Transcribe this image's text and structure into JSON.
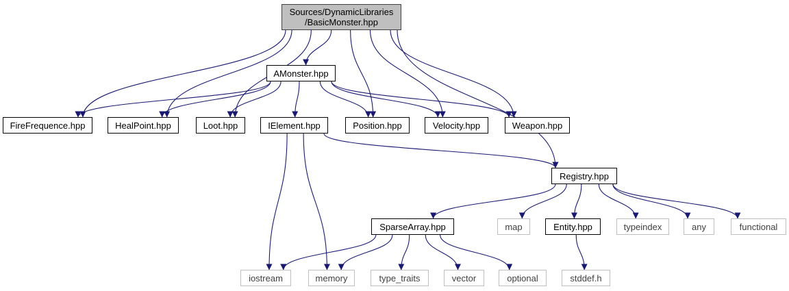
{
  "graph": {
    "nodes": {
      "basic_monster": {
        "label": "Sources/DynamicLibraries\n/BasicMonster.hpp",
        "kind": "root"
      },
      "amonster": {
        "label": "AMonster.hpp",
        "kind": "file"
      },
      "firefrequence": {
        "label": "FireFrequence.hpp",
        "kind": "file"
      },
      "healpoint": {
        "label": "HealPoint.hpp",
        "kind": "file"
      },
      "loot": {
        "label": "Loot.hpp",
        "kind": "file"
      },
      "ielement": {
        "label": "IElement.hpp",
        "kind": "file"
      },
      "position": {
        "label": "Position.hpp",
        "kind": "file"
      },
      "velocity": {
        "label": "Velocity.hpp",
        "kind": "file"
      },
      "weapon": {
        "label": "Weapon.hpp",
        "kind": "file"
      },
      "registry": {
        "label": "Registry.hpp",
        "kind": "file"
      },
      "sparsearray": {
        "label": "SparseArray.hpp",
        "kind": "file"
      },
      "map": {
        "label": "map",
        "kind": "external"
      },
      "entity": {
        "label": "Entity.hpp",
        "kind": "file"
      },
      "typeindex": {
        "label": "typeindex",
        "kind": "external"
      },
      "any": {
        "label": "any",
        "kind": "external"
      },
      "functional": {
        "label": "functional",
        "kind": "external"
      },
      "iostream": {
        "label": "iostream",
        "kind": "external"
      },
      "memory": {
        "label": "memory",
        "kind": "external"
      },
      "type_traits": {
        "label": "type_traits",
        "kind": "external"
      },
      "vector": {
        "label": "vector",
        "kind": "external"
      },
      "optional": {
        "label": "optional",
        "kind": "external"
      },
      "stddef": {
        "label": "stddef.h",
        "kind": "external"
      }
    },
    "edges": [
      [
        "basic_monster",
        "amonster"
      ],
      [
        "basic_monster",
        "firefrequence"
      ],
      [
        "basic_monster",
        "healpoint"
      ],
      [
        "basic_monster",
        "loot"
      ],
      [
        "basic_monster",
        "position"
      ],
      [
        "basic_monster",
        "velocity"
      ],
      [
        "basic_monster",
        "weapon"
      ],
      [
        "basic_monster",
        "registry"
      ],
      [
        "amonster",
        "firefrequence"
      ],
      [
        "amonster",
        "healpoint"
      ],
      [
        "amonster",
        "loot"
      ],
      [
        "amonster",
        "ielement"
      ],
      [
        "amonster",
        "position"
      ],
      [
        "amonster",
        "velocity"
      ],
      [
        "amonster",
        "weapon"
      ],
      [
        "ielement",
        "registry"
      ],
      [
        "ielement",
        "iostream"
      ],
      [
        "ielement",
        "memory"
      ],
      [
        "registry",
        "sparsearray"
      ],
      [
        "registry",
        "map"
      ],
      [
        "registry",
        "entity"
      ],
      [
        "registry",
        "typeindex"
      ],
      [
        "registry",
        "any"
      ],
      [
        "registry",
        "functional"
      ],
      [
        "sparsearray",
        "iostream"
      ],
      [
        "sparsearray",
        "memory"
      ],
      [
        "sparsearray",
        "type_traits"
      ],
      [
        "sparsearray",
        "vector"
      ],
      [
        "sparsearray",
        "optional"
      ],
      [
        "entity",
        "stddef"
      ]
    ]
  }
}
